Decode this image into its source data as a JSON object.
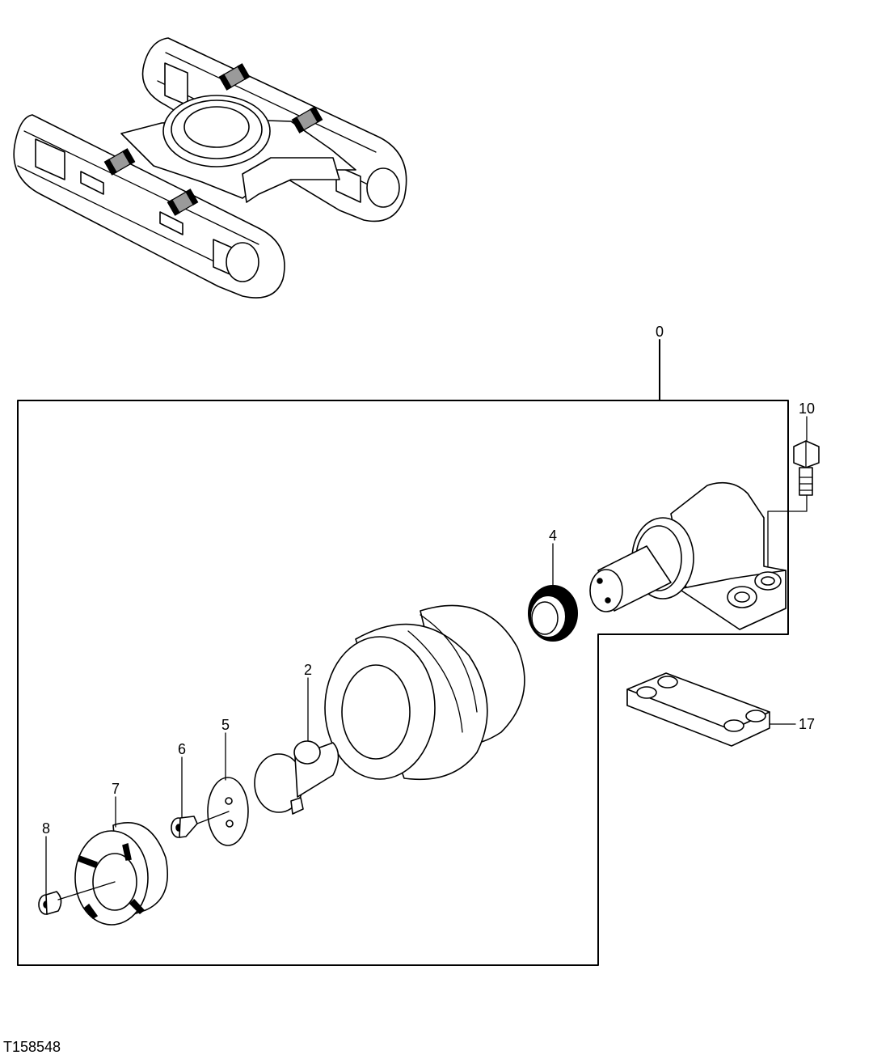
{
  "figure_id": "T158548",
  "callouts": [
    {
      "id": "0",
      "label": "0"
    },
    {
      "id": "2",
      "label": "2"
    },
    {
      "id": "4",
      "label": "4"
    },
    {
      "id": "5",
      "label": "5"
    },
    {
      "id": "6",
      "label": "6"
    },
    {
      "id": "7",
      "label": "7"
    },
    {
      "id": "8",
      "label": "8"
    },
    {
      "id": "10",
      "label": "10"
    },
    {
      "id": "17",
      "label": "17"
    }
  ],
  "colors": {
    "line": "#000000",
    "background": "#ffffff"
  }
}
